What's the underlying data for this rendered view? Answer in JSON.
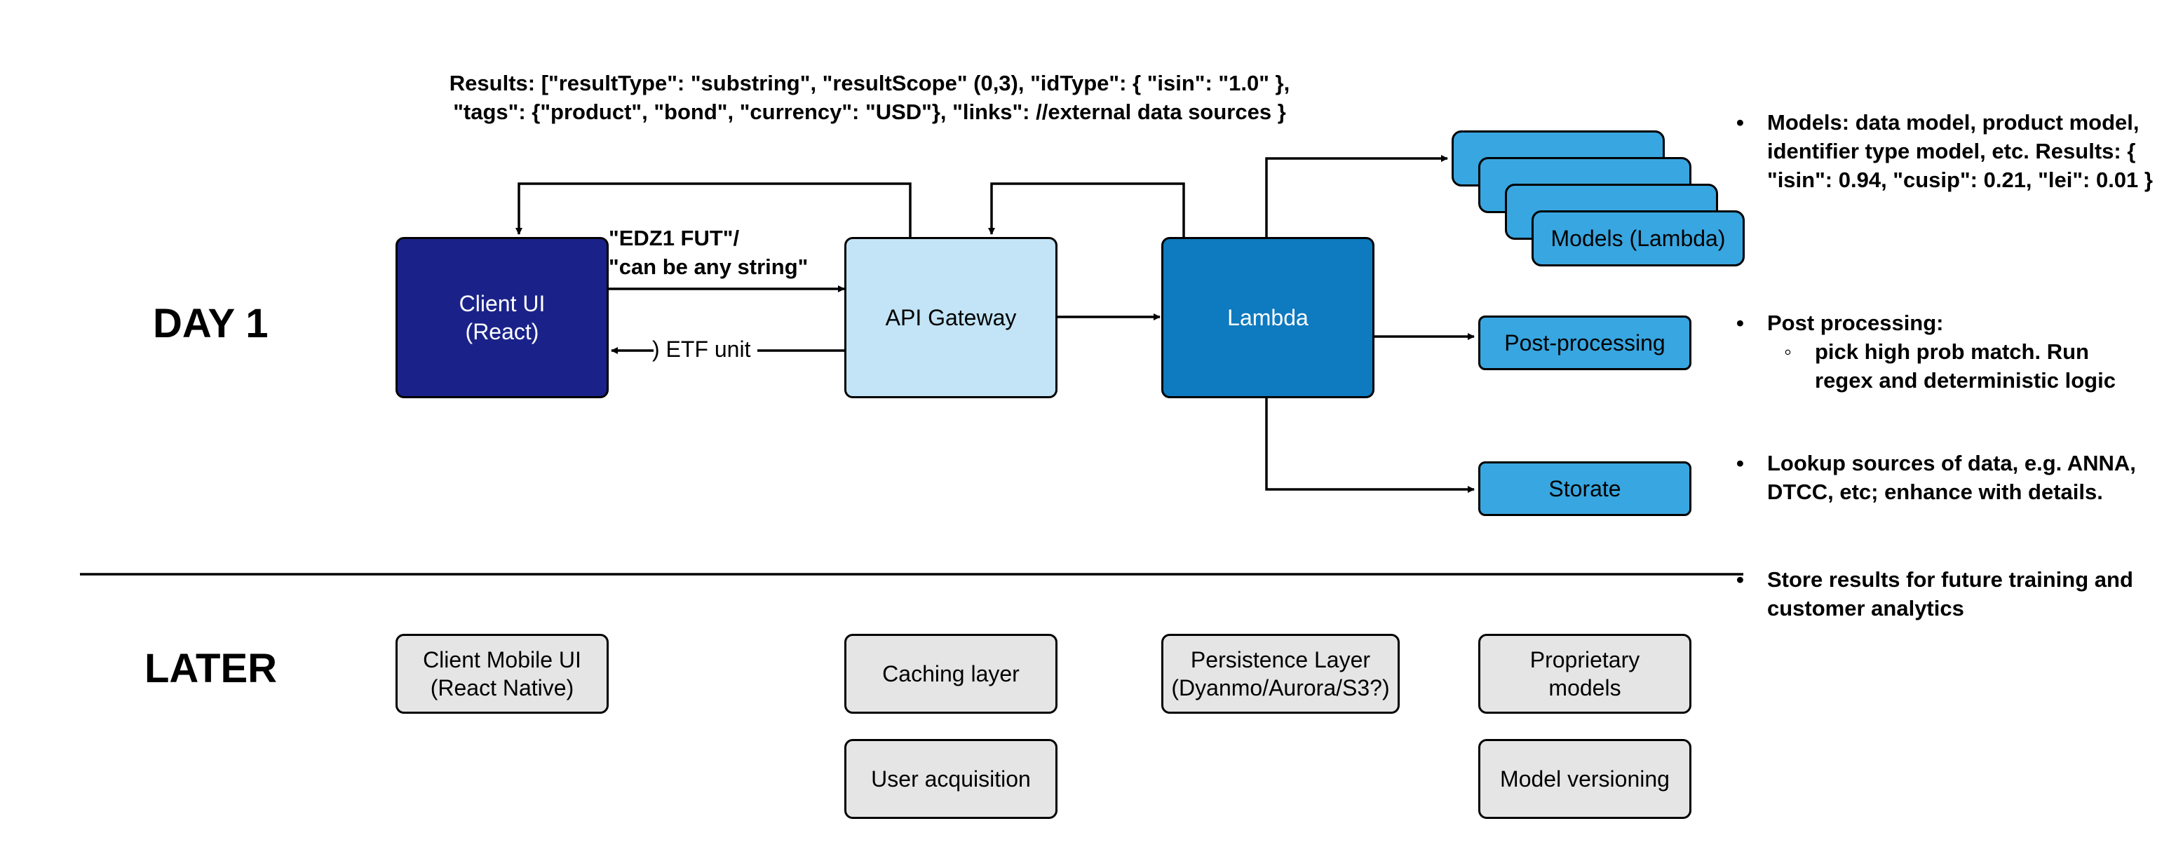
{
  "sections": {
    "day1": "DAY 1",
    "later": "LATER"
  },
  "results_text": {
    "line1": "Results: [\"resultType\": \"substring\", \"resultScope\" (0,3), \"idType\": { \"isin\": \"1.0\" },",
    "line2": "\"tags\": {\"product\", \"bond\", \"currency\": \"USD\"}, \"links\": //external data sources }"
  },
  "request_label": {
    "line1": "\"EDZ1 FUT\"/",
    "line2": "\"can be any string\""
  },
  "response_label": ") ETF unit",
  "day1_nodes": {
    "client_ui": "Client UI\n(React)",
    "api_gateway": "API Gateway",
    "lambda": "Lambda",
    "models": "Models (Lambda)",
    "post_processing": "Post-processing",
    "storage": "Storate"
  },
  "later_nodes": {
    "client_mobile": "Client Mobile UI\n(React Native)",
    "caching": "Caching layer",
    "user_acquisition": "User acquisition",
    "persistence": "Persistence Layer\n(Dyanmo/Aurora/S3?)",
    "proprietary": "Proprietary\nmodels",
    "versioning": "Model versioning"
  },
  "notes": {
    "models": "Models: data model, product model, identifier type model, etc. Results: { \"isin\": 0.94, \"cusip\": 0.21, \"lei\": 0.01 }",
    "post_processing": "Post processing:",
    "post_processing_sub": "pick high prob match. Run regex and deterministic logic",
    "lookup": "Lookup sources of data, e.g. ANNA, DTCC, etc; enhance with details.",
    "store": "Store results for future training and customer analytics"
  },
  "colors": {
    "client_ui": "#1a228a",
    "api_gateway": "#c2e4f6",
    "lambda": "#0e7abf",
    "day1_outputs": "#38a6e0",
    "later_boxes": "#e5e5e5"
  }
}
